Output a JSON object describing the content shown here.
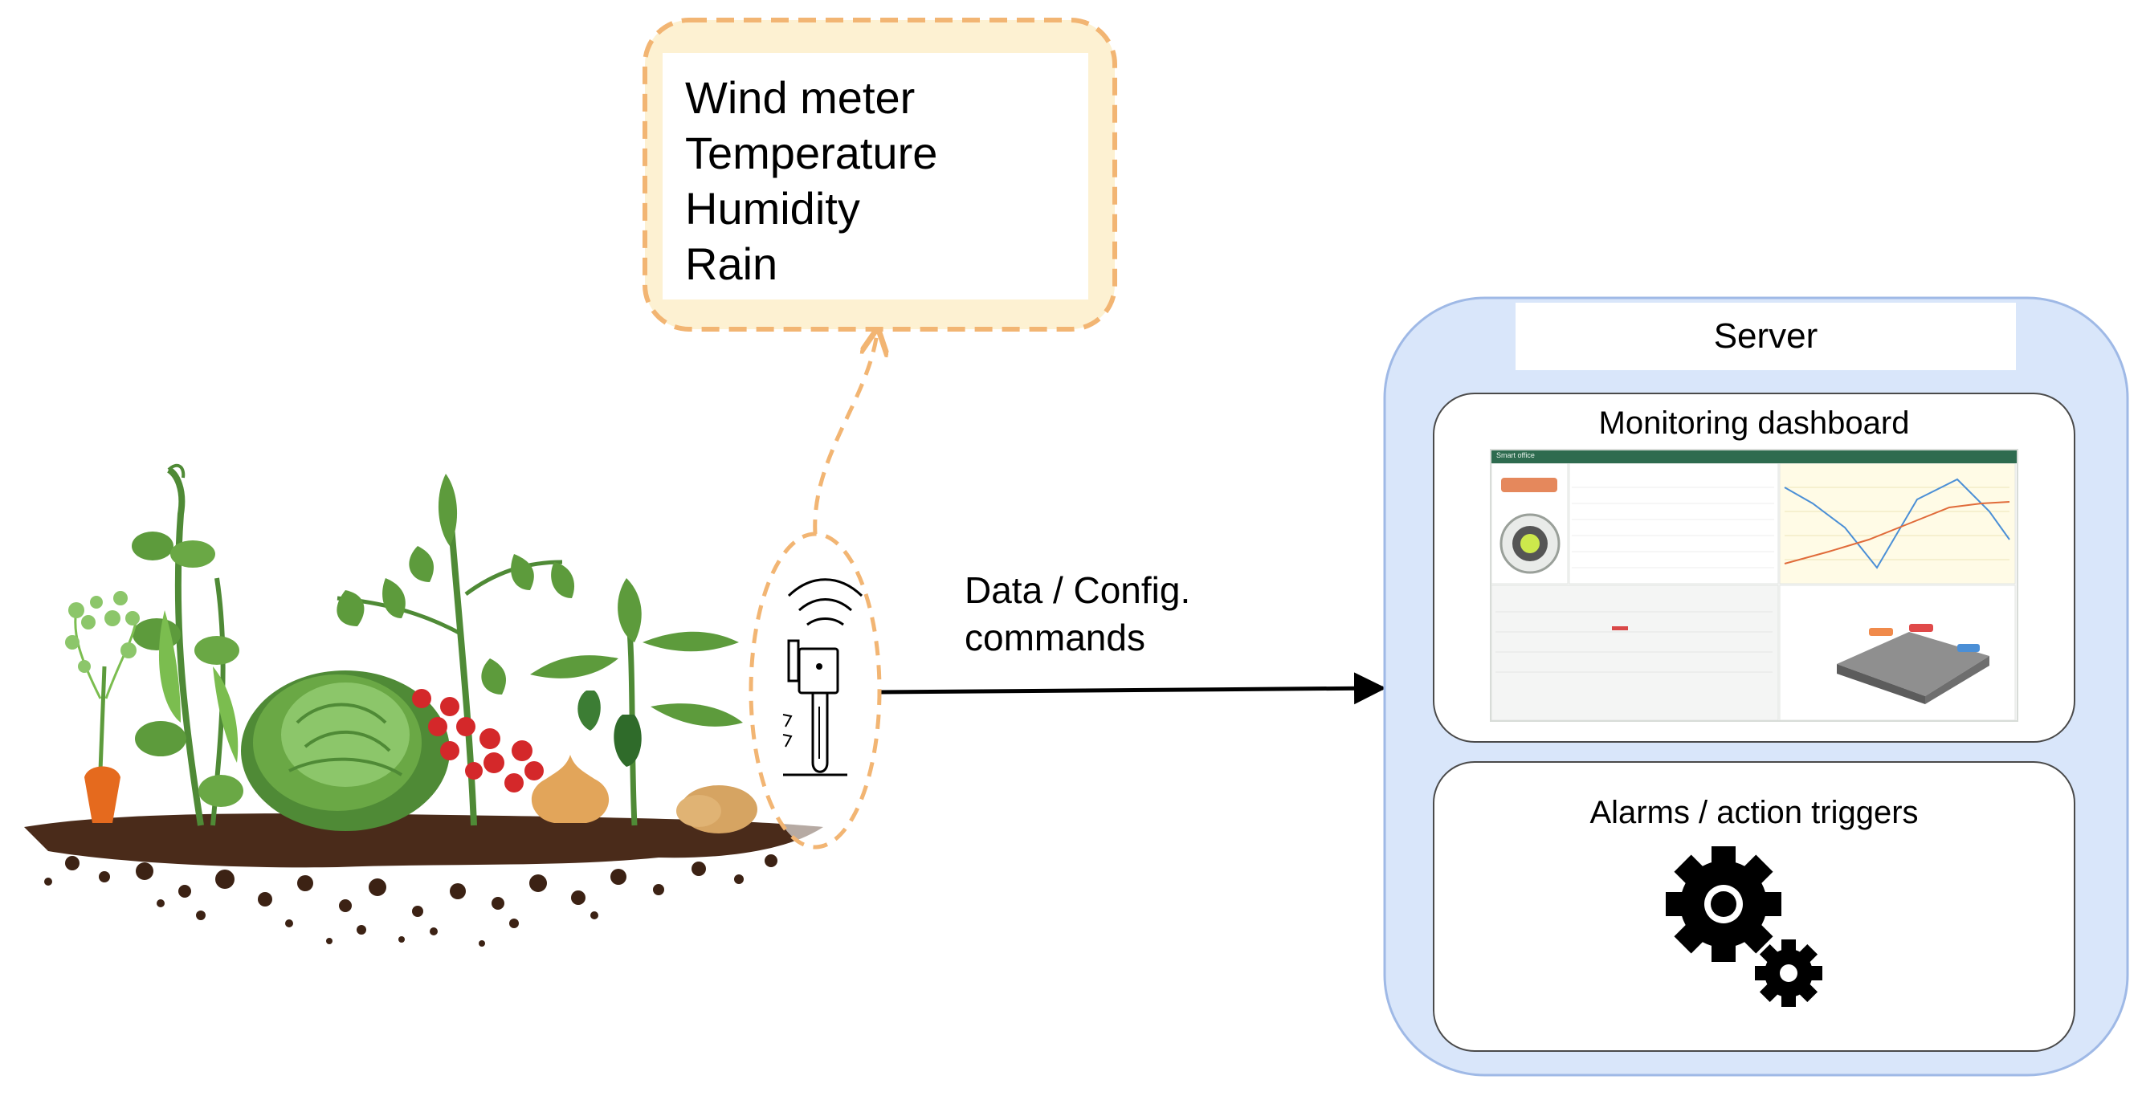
{
  "sensor_callout": {
    "items": [
      "Wind meter",
      "Temperature",
      "Humidity",
      "Rain"
    ]
  },
  "link": {
    "label_line1": "Data / Config.",
    "label_line2": "commands"
  },
  "server": {
    "title": "Server",
    "monitoring_title": "Monitoring dashboard",
    "alarms_title": "Alarms / action triggers",
    "dashboard_header": "Smart office"
  },
  "colors": {
    "callout_border": "#f2b573",
    "callout_fill": "#fdf1d2",
    "server_fill": "#d9e6fa",
    "server_border": "#9fb9e6",
    "soil": "#4a2b1a",
    "leaf": "#5d9b3c",
    "tomato": "#d4282a",
    "carrot": "#e56a1e"
  }
}
